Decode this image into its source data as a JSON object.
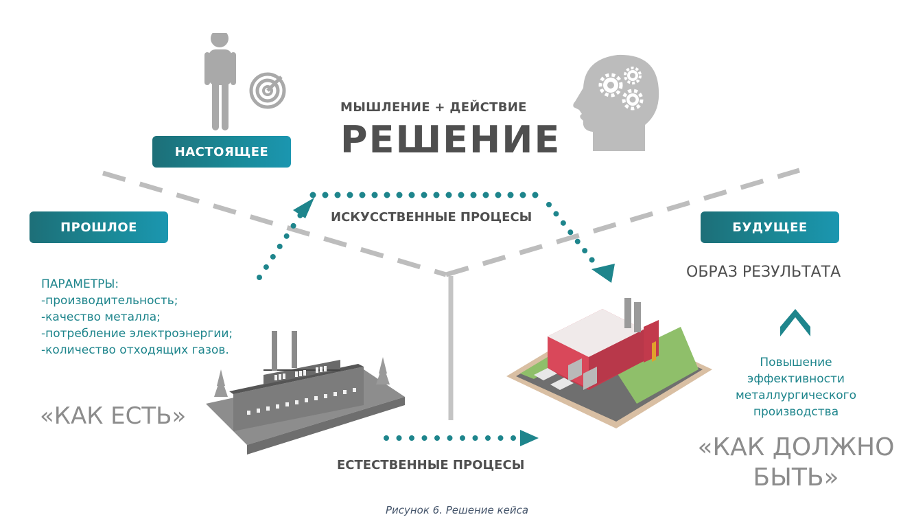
{
  "header": {
    "subtitle": "МЫШЛЕНИЕ + ДЕЙСТВИЕ",
    "title": "РЕШЕНИЕ"
  },
  "badges": {
    "present": "НАСТОЯЩЕЕ",
    "past": "ПРОШЛОЕ",
    "future": "БУДУЩЕЕ"
  },
  "past": {
    "params_title": "ПАРАМЕТРЫ:",
    "params": [
      "-производительность;",
      "-качество металла;",
      "-потребление электроэнергии;",
      "-количество отходящих газов."
    ],
    "state_label": "«КАК ЕСТЬ»"
  },
  "processes": {
    "artificial": "ИСКУССТВЕННЫЕ ПРОЦЕСЫ",
    "natural": "ЕСТЕСТВЕННЫЕ ПРОЦЕСЫ"
  },
  "future": {
    "result_label": "ОБРАЗ РЕЗУЛЬТАТА",
    "goal_lines": [
      "Повышение",
      "эффективности",
      "металлургического",
      "производства"
    ],
    "state_line1": "«КАК ДОЛЖНО",
    "state_line2": "БЫТЬ»"
  },
  "caption": "Рисунок 6. Решение кейса",
  "icons": {
    "person": "person-with-target-icon",
    "head": "head-with-gears-icon",
    "old_factory": "old-factory-illustration",
    "new_factory": "modern-factory-illustration",
    "chevron": "chevron-up-icon"
  },
  "colors": {
    "teal": "#1e858c",
    "badge_gradient_start": "#1d6f78",
    "badge_gradient_end": "#1b96b0",
    "gray_text": "#4f4f4f",
    "light_gray": "#bdbdbd",
    "factory_red": "#d9485a"
  }
}
